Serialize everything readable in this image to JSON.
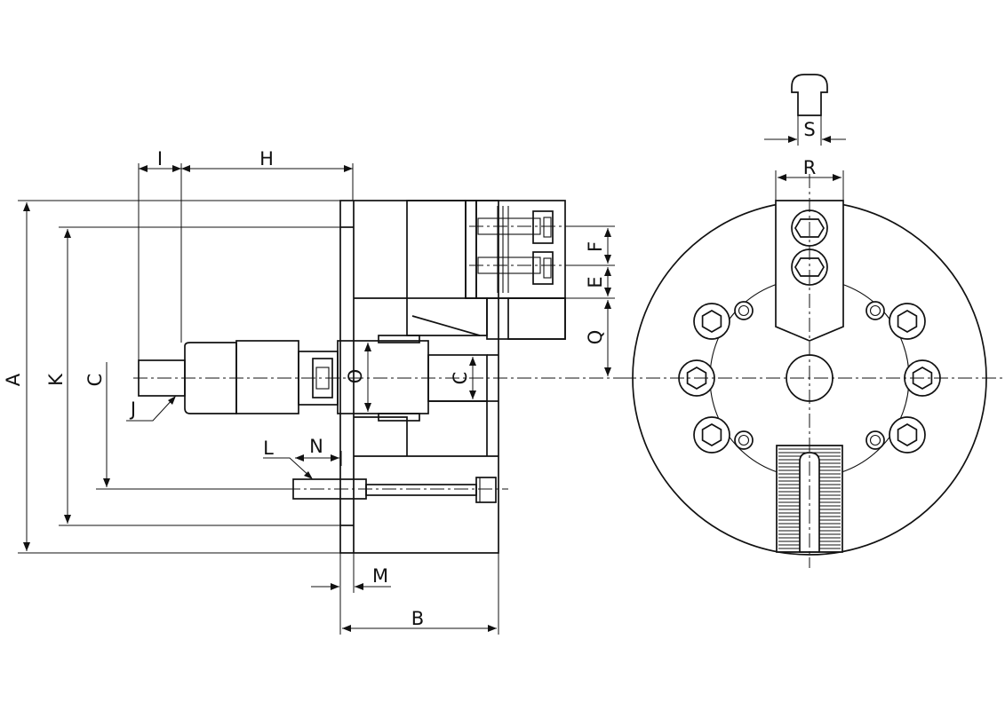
{
  "labels": {
    "A": "A",
    "K": "K",
    "C": "C",
    "C2": "C",
    "O": "O",
    "I": "I",
    "H": "H",
    "J": "J",
    "L": "L",
    "N": "N",
    "M": "M",
    "B": "B",
    "F": "F",
    "E": "E",
    "Q": "Q",
    "R": "R",
    "S": "S"
  }
}
